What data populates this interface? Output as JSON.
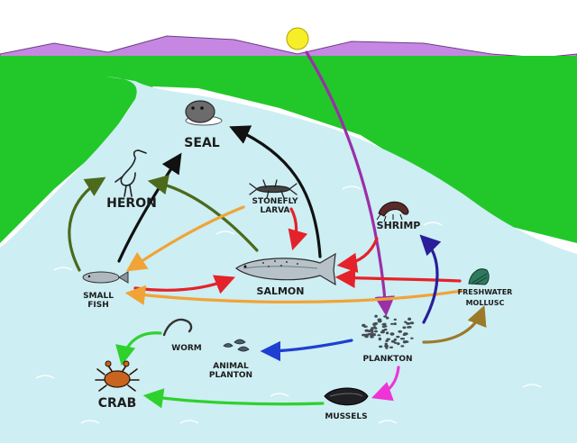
{
  "labels": {
    "seal": "SEAL",
    "heron": "HERON",
    "stonefly": [
      "STONEFLY",
      "LARVA"
    ],
    "shrimp": "SHRIMP",
    "small_fish": [
      "SMALL",
      "FISH"
    ],
    "salmon": "SALMON",
    "mollusc": [
      "FRESHWATER",
      "MOLLUSC"
    ],
    "worm": "WORM",
    "animal_planton": [
      "ANIMAL",
      "PLANTON"
    ],
    "plankton": "PLANKTON",
    "crab": "CRAB",
    "mussels": "MUSSELS"
  },
  "icons": {
    "sun": "sun-icon",
    "seal": "seal-icon",
    "heron": "heron-icon",
    "stonefly": "stonefly-icon",
    "shrimp": "shrimp-icon",
    "small_fish": "small-fish-icon",
    "salmon": "salmon-icon",
    "mollusc": "mollusc-icon",
    "worm": "worm-icon",
    "animal_planton": "animal-plankton-icon",
    "plankton": "plankton-icon",
    "crab": "crab-icon",
    "mussels": "mussels-icon"
  },
  "colors": {
    "water": "#cdeef3",
    "grass": "#22c82a",
    "mountains": "#c687e2",
    "sun": "#f7ee2a",
    "arrow_black": "#111111",
    "arrow_dark_green": "#4b6a1c",
    "arrow_orange": "#f0a437",
    "arrow_red": "#e4222a",
    "arrow_purple": "#9a2fa8",
    "arrow_navy": "#2a1e9a",
    "arrow_brown": "#9b7a2b",
    "arrow_blue": "#1f3fd0",
    "arrow_green": "#2fd12c",
    "arrow_magenta": "#ee34d6"
  }
}
